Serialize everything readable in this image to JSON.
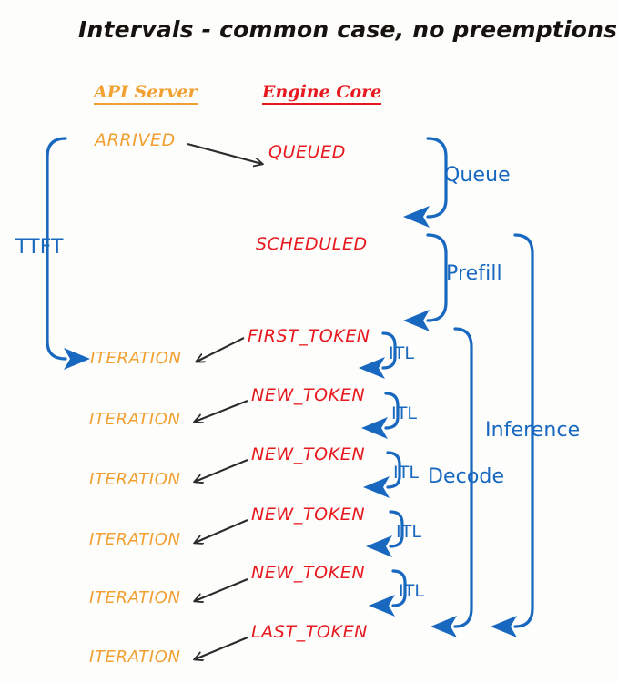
{
  "title": "Intervals - common case, no preemptions",
  "colors": {
    "api": "#F2A031",
    "engine": "#E8191E",
    "metric": "#1868C0",
    "arrow": "#2B2B2B",
    "background": "#FDFDFC"
  },
  "columns": [
    {
      "label": "API Server",
      "color_role": "api"
    },
    {
      "label": "Engine Core",
      "color_role": "engine"
    }
  ],
  "events": {
    "arrived": "ARRIVED",
    "queued": "QUEUED",
    "scheduled": "SCHEDULED",
    "first_token": "FIRST_TOKEN",
    "last_token": "LAST_TOKEN",
    "new_token": "NEW_TOKEN",
    "iteration": "ITERATION"
  },
  "api_rows": [
    {
      "label": "ARRIVED"
    },
    {
      "label": "ITERATION"
    },
    {
      "label": "ITERATION"
    },
    {
      "label": "ITERATION"
    },
    {
      "label": "ITERATION"
    },
    {
      "label": "ITERATION"
    },
    {
      "label": "ITERATION"
    }
  ],
  "engine_rows": [
    {
      "label": "QUEUED"
    },
    {
      "label": "SCHEDULED"
    },
    {
      "label": "FIRST_TOKEN"
    },
    {
      "label": "NEW_TOKEN"
    },
    {
      "label": "NEW_TOKEN"
    },
    {
      "label": "NEW_TOKEN"
    },
    {
      "label": "NEW_TOKEN"
    },
    {
      "label": "LAST_TOKEN"
    }
  ],
  "metrics": {
    "ttft": "TTFT",
    "queue": "Queue",
    "prefill": "Prefill",
    "decode": "Decode",
    "inference": "Inference",
    "itl": "ITL",
    "itl_labels": [
      "ITL",
      "ITL",
      "ITL",
      "ITL",
      "ITL"
    ]
  }
}
